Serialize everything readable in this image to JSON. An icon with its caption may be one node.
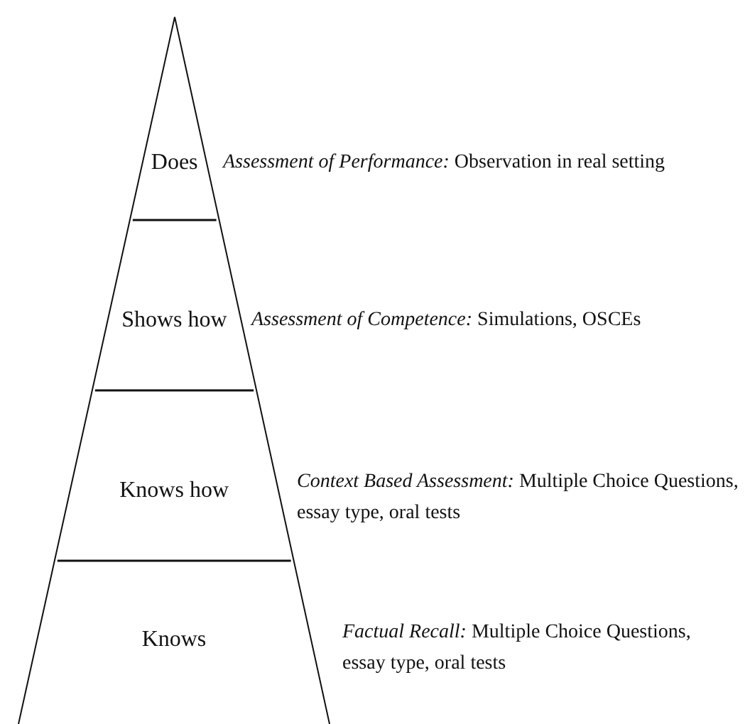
{
  "diagram": {
    "nodes": [
      {
        "text": [
          "Does"
        ]
      },
      {
        "text": [
          "Shows how"
        ]
      },
      {
        "text": [
          "Knows how"
        ]
      },
      {
        "text": [
          "Knows"
        ]
      }
    ],
    "labels": [
      "*Assessment of Performance:* Observation in real setting",
      "*Assessment of Competence:* Simulations, OSCEs",
      "*Context Based Assessment:* Multiple Choice Questions, essay type, oral tests",
      "*Factual Recall:* Multiple Choice Questions, essay type, oral tests"
    ]
  }
}
